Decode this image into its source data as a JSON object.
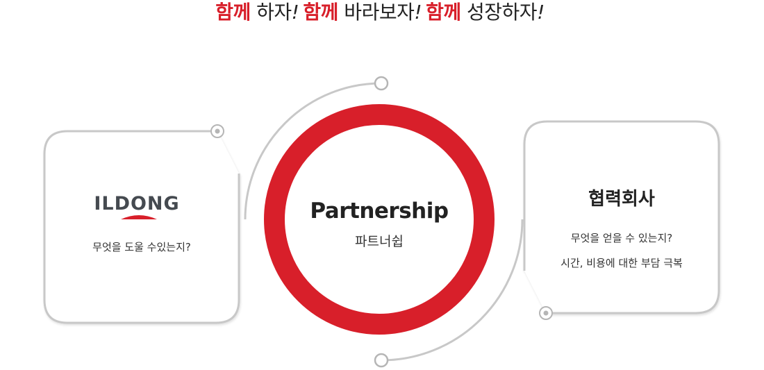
{
  "slogan": {
    "word1": "함께",
    "phrase1": " 하자",
    "bang1": "!",
    "word2": "함께",
    "phrase2": " 바라보자",
    "bang2": "!",
    "word3": "함께",
    "phrase3": " 성장하자",
    "bang3": "!"
  },
  "left_card": {
    "logo_text": "ILDONG",
    "question": "무엇을 도울 수있는지?"
  },
  "center": {
    "title": "Partnership",
    "subtitle": "파트너쉽"
  },
  "right_card": {
    "title": "협력회사",
    "line1": "무엇을 얻을 수 있는지?",
    "line2": "시간, 비용에 대한 부담 극복"
  },
  "colors": {
    "accent": "#d81f2a",
    "card_border": "#c8c8c8",
    "text": "#222222"
  }
}
